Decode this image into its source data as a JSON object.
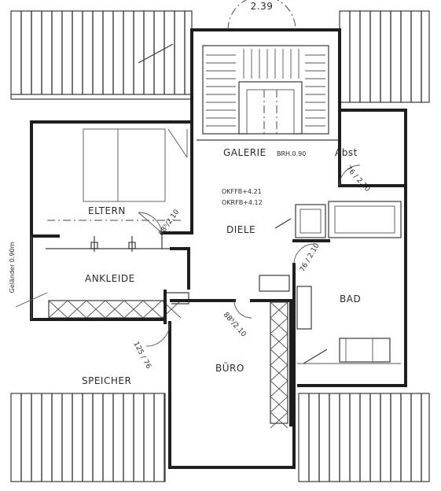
{
  "rooms": {
    "galerie": "GALERIE",
    "elterm": "ELTERN",
    "diele": "DIELE",
    "ankleide": "ANKLEIDE",
    "bad": "BAD",
    "buero": "BÜRO",
    "speicher": "SPEICHER",
    "abst": "Abst"
  },
  "annotations": {
    "top_dim": "2.39",
    "brh": "BRH.0.90",
    "okffb": "OKFFB+4.21",
    "okrfb": "OKRFB+4.12",
    "gelaender": "Geländer 0.90m",
    "door_eltern": "88⁵/2.10",
    "door_abst": "76 / 2.10",
    "door_bad": "76 / 2.10",
    "door_buero": "88⁵/2.10",
    "door_speicher": "125 / 76"
  }
}
